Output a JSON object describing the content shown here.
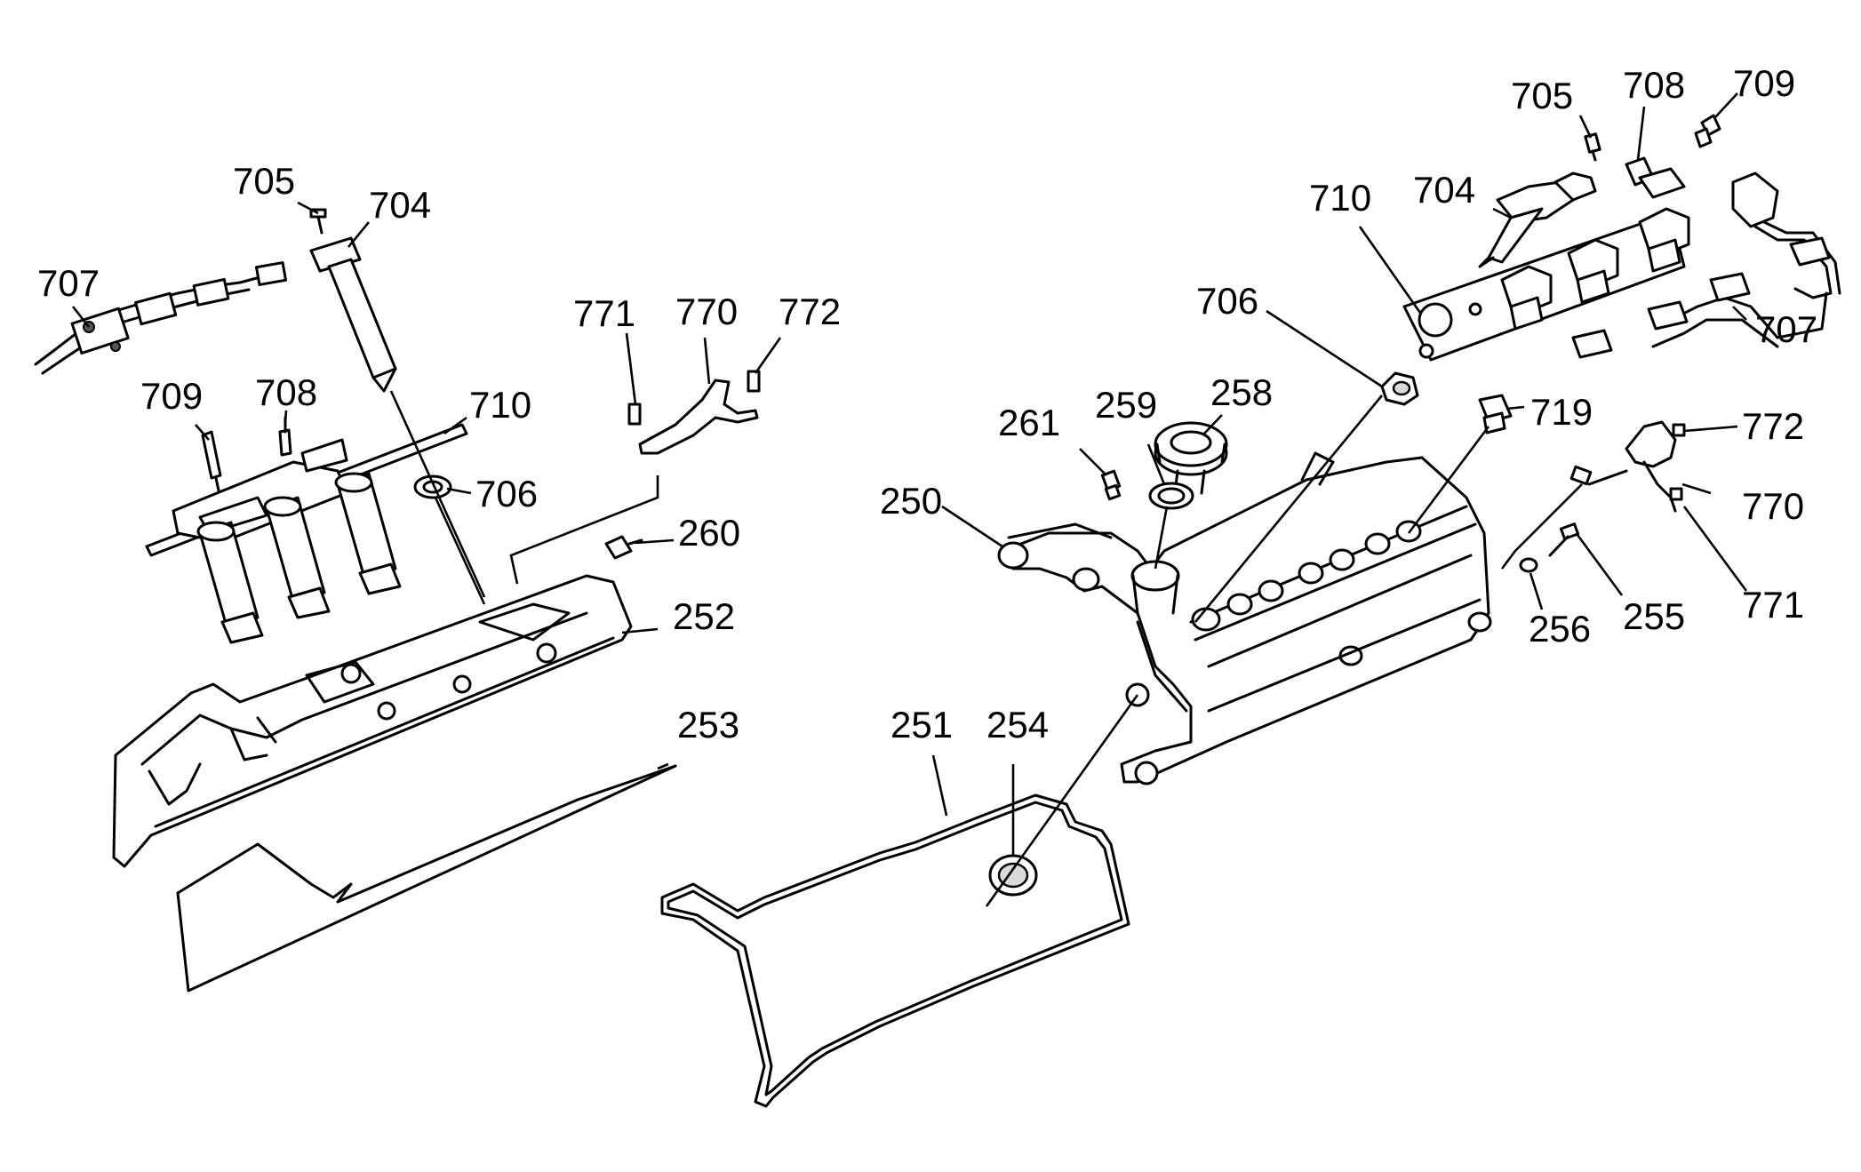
{
  "callouts": [
    {
      "id": "left-705",
      "text": "705"
    },
    {
      "id": "left-704",
      "text": "704"
    },
    {
      "id": "left-707",
      "text": "707"
    },
    {
      "id": "left-709",
      "text": "709"
    },
    {
      "id": "left-708",
      "text": "708"
    },
    {
      "id": "left-710",
      "text": "710"
    },
    {
      "id": "left-706",
      "text": "706"
    },
    {
      "id": "left-771",
      "text": "771"
    },
    {
      "id": "left-770",
      "text": "770"
    },
    {
      "id": "left-772",
      "text": "772"
    },
    {
      "id": "left-260",
      "text": "260"
    },
    {
      "id": "left-252",
      "text": "252"
    },
    {
      "id": "left-253",
      "text": "253"
    },
    {
      "id": "center-251",
      "text": "251"
    },
    {
      "id": "center-254",
      "text": "254"
    },
    {
      "id": "center-250",
      "text": "250"
    },
    {
      "id": "center-261",
      "text": "261"
    },
    {
      "id": "center-259",
      "text": "259"
    },
    {
      "id": "center-258",
      "text": "258"
    },
    {
      "id": "right-706",
      "text": "706"
    },
    {
      "id": "right-710",
      "text": "710"
    },
    {
      "id": "right-704",
      "text": "704"
    },
    {
      "id": "right-705",
      "text": "705"
    },
    {
      "id": "right-708",
      "text": "708"
    },
    {
      "id": "right-709",
      "text": "709"
    },
    {
      "id": "right-707",
      "text": "707"
    },
    {
      "id": "right-719",
      "text": "719"
    },
    {
      "id": "right-772",
      "text": "772"
    },
    {
      "id": "right-770",
      "text": "770"
    },
    {
      "id": "right-771",
      "text": "771"
    },
    {
      "id": "right-255",
      "text": "255"
    },
    {
      "id": "right-256",
      "text": "256"
    }
  ]
}
